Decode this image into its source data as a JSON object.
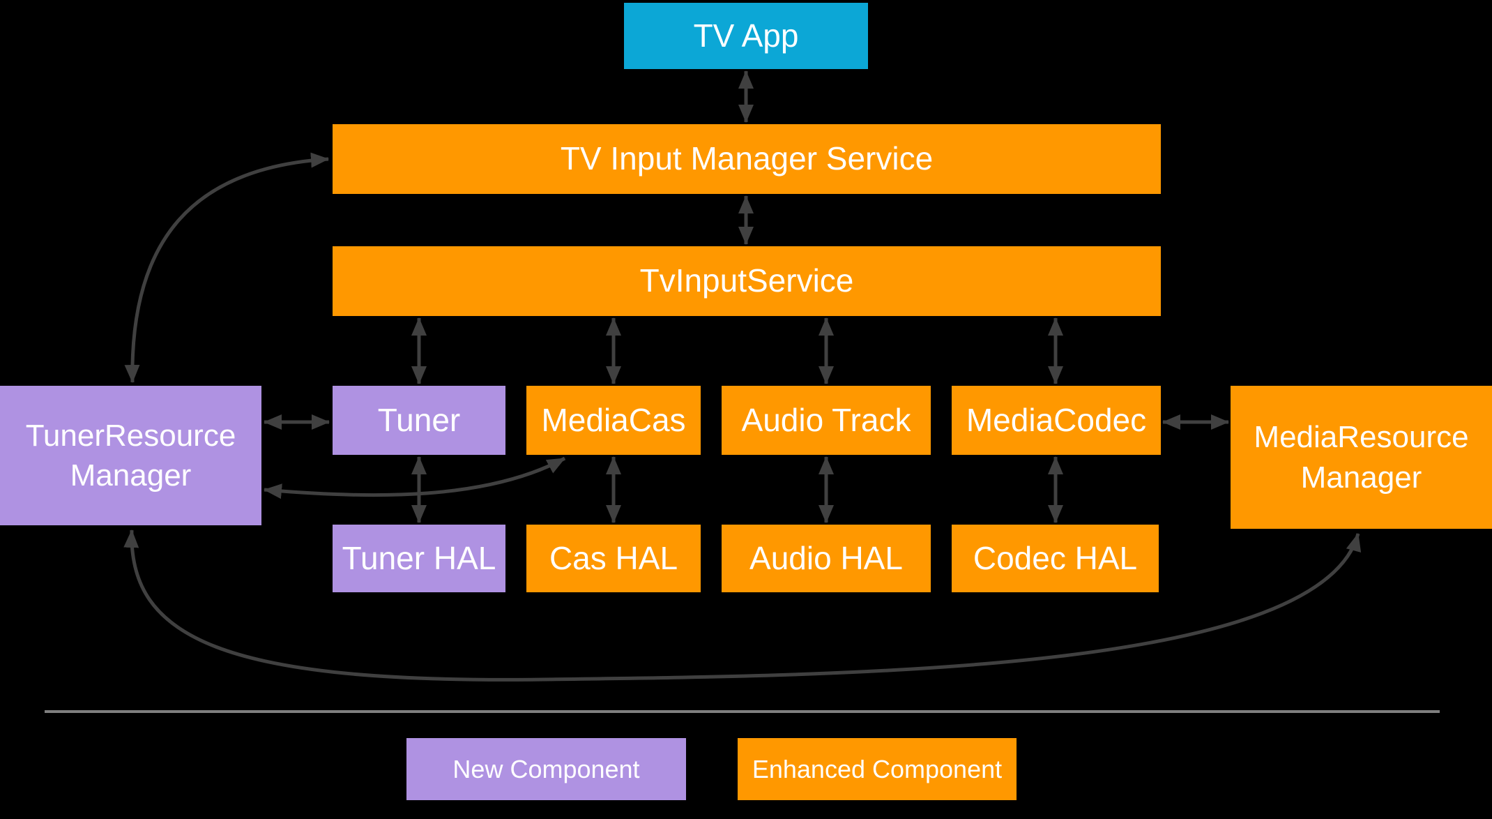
{
  "palette": {
    "background": "#000000",
    "orange": "#FF9800",
    "purple": "#AF92E2",
    "cyan": "#0CA7D6",
    "arrow": "#404040",
    "divider": "#7F7F7F",
    "text": "#FFFFFF"
  },
  "nodes": {
    "tv_app": {
      "label": "TV App",
      "category": "app"
    },
    "tims": {
      "label": "TV Input Manager Service",
      "category": "enhanced"
    },
    "tvis": {
      "label": "TvInputService",
      "category": "enhanced"
    },
    "trm": {
      "label": "TunerResource Manager",
      "category": "new"
    },
    "tuner": {
      "label": "Tuner",
      "category": "new"
    },
    "media_cas": {
      "label": "MediaCas",
      "category": "enhanced"
    },
    "audio_track": {
      "label": "Audio Track",
      "category": "enhanced"
    },
    "media_codec": {
      "label": "MediaCodec",
      "category": "enhanced"
    },
    "mrm": {
      "label": "MediaResource Manager",
      "category": "enhanced"
    },
    "tuner_hal": {
      "label": "Tuner HAL",
      "category": "new"
    },
    "cas_hal": {
      "label": "Cas HAL",
      "category": "enhanced"
    },
    "audio_hal": {
      "label": "Audio HAL",
      "category": "enhanced"
    },
    "codec_hal": {
      "label": "Codec HAL",
      "category": "enhanced"
    }
  },
  "legend": {
    "new_label": "New Component",
    "enhanced_label": "Enhanced Component"
  }
}
